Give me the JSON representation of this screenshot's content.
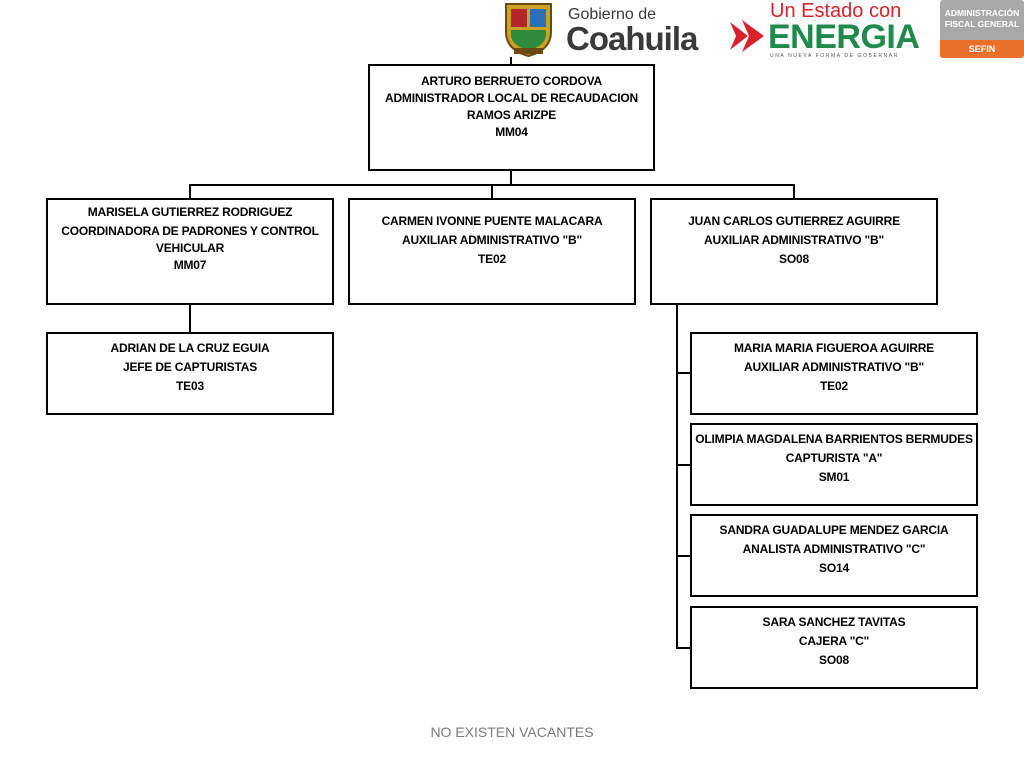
{
  "header": {
    "gobierno_small": "Gobierno de",
    "gobierno_big": "Coahuila",
    "energia_top": "Un Estado con",
    "energia_main": "ENERGIA",
    "energia_tag": "UNA NUEVA FORMA DE GOBERNAR",
    "sefin_line1": "ADMINISTRACIÓN",
    "sefin_line2": "FISCAL GENERAL",
    "sefin_bottom": "SEFIN",
    "colors": {
      "red": "#d6232b",
      "green": "#1f8a4c",
      "orange": "#e8702a",
      "gray": "#a8a8a8"
    }
  },
  "org": {
    "root": {
      "name": "ARTURO BERRUETO CORDOVA",
      "title": "ADMINISTRADOR LOCAL DE RECAUDACION",
      "title2": "RAMOS ARIZPE",
      "code": "MM04"
    },
    "level2": [
      {
        "name": "MARISELA GUTIERREZ RODRIGUEZ",
        "title": "COORDINADORA DE PADRONES Y CONTROL",
        "title2": "VEHICULAR",
        "code": "MM07"
      },
      {
        "name": "CARMEN IVONNE PUENTE MALACARA",
        "title": "AUXILIAR ADMINISTRATIVO \"B\"",
        "code": "TE02"
      },
      {
        "name": "JUAN CARLOS GUTIERREZ AGUIRRE",
        "title": "AUXILIAR ADMINISTRATIVO \"B\"",
        "code": "SO08"
      }
    ],
    "left_child": {
      "name": "ADRIAN DE LA CRUZ EGUIA",
      "title": "JEFE DE CAPTURISTAS",
      "code": "TE03"
    },
    "right_children": [
      {
        "name": "MARIA MARIA FIGUEROA AGUIRRE",
        "title": "AUXILIAR ADMINISTRATIVO \"B\"",
        "code": "TE02"
      },
      {
        "name": "OLIMPIA MAGDALENA BARRIENTOS BERMUDES",
        "title": "CAPTURISTA \"A\"",
        "code": "SM01"
      },
      {
        "name": "SANDRA GUADALUPE MENDEZ GARCIA",
        "title": "ANALISTA ADMINISTRATIVO \"C\"",
        "code": "SO14"
      },
      {
        "name": "SARA SANCHEZ TAVITAS",
        "title": "CAJERA \"C\"",
        "code": "SO08"
      }
    ]
  },
  "footer": "NO EXISTEN VACANTES"
}
